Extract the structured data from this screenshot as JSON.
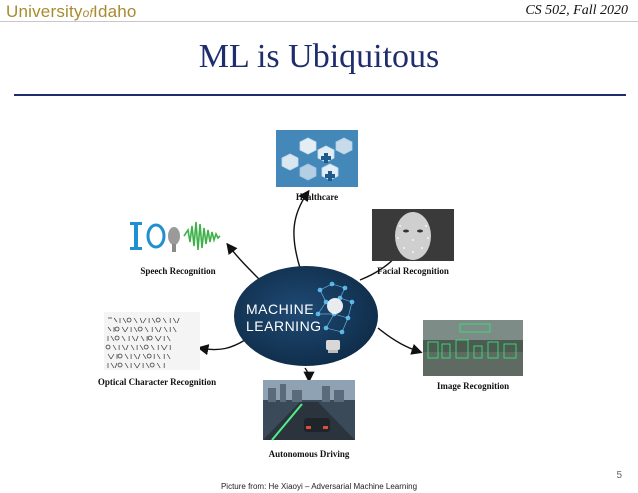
{
  "header": {
    "logo_university": "University",
    "logo_of": "of",
    "logo_idaho": "Idaho",
    "course": "CS 502, Fall 2020"
  },
  "slide": {
    "title": "ML is Ubiquitous",
    "page_number": "5",
    "caption": "Picture from: He Xiaoyi – Adversarial Machine Learning"
  },
  "diagram": {
    "hub_line1": "MACHINE",
    "hub_line2": "LEARNING",
    "labels": {
      "healthcare": "Healthcare",
      "facial": "Facial Recognition",
      "speech": "Speech Recognition",
      "ocr": "Optical Character Recognition",
      "image": "Image Recognition",
      "driving": "Autonomous Driving"
    }
  },
  "colors": {
    "title": "#1e2d6b",
    "logo": "#a88b2e",
    "hub": "#16385a",
    "healthcare_bg": "#2a78b0"
  }
}
